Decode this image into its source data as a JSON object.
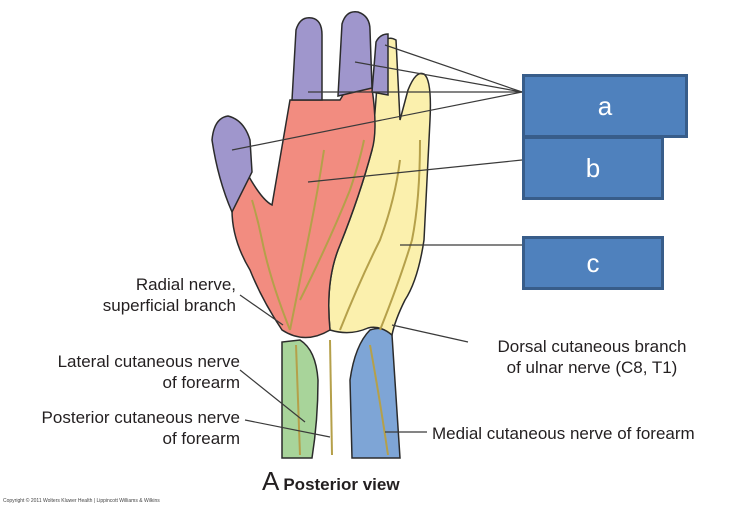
{
  "figure": {
    "title_letter": "A",
    "title_text": "Posterior view",
    "copyright": "Copyright © 2011 Wolters Kluwer Health | Lippincott Williams & Wilkins"
  },
  "colors": {
    "radial_red": "#f28c80",
    "median_purple": "#9f96cc",
    "ulnar_yellow": "#fbf0ad",
    "lateral_green": "#a8d49a",
    "medial_blue": "#7ea5d6",
    "nerve": "#b5a04a",
    "outline": "#2b2b2b",
    "label_box_fill": "#4f81bd",
    "label_box_border": "#385d8a"
  },
  "answer_boxes": [
    {
      "letter": "a"
    },
    {
      "letter": "b"
    },
    {
      "letter": "c"
    }
  ],
  "labels": {
    "radial_line1": "Radial nerve,",
    "radial_line2": "superficial branch",
    "lateral_line1": "Lateral cutaneous nerve",
    "lateral_line2": "of forearm",
    "posterior_line1": "Posterior cutaneous nerve",
    "posterior_line2": "of forearm",
    "dorsal_line1": "Dorsal cutaneous branch",
    "dorsal_line2": "of ulnar nerve (C8, T1)",
    "medial": "Medial cutaneous nerve of forearm"
  }
}
